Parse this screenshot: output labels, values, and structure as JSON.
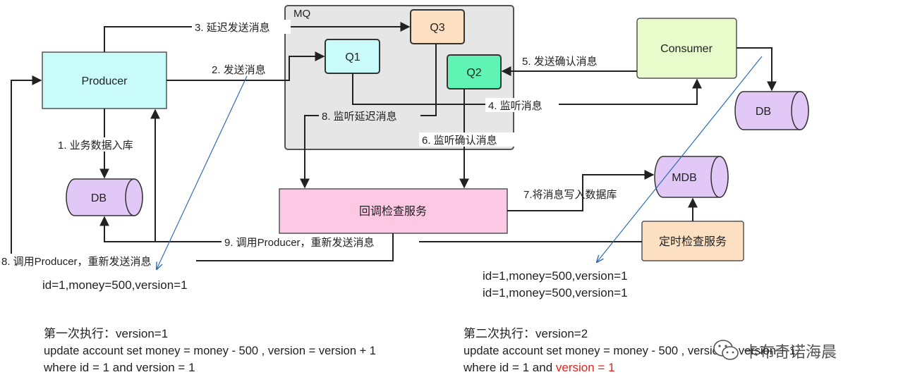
{
  "diagram": {
    "mq_title": "MQ",
    "nodes": {
      "producer": "Producer",
      "consumer": "Consumer",
      "q1": "Q1",
      "q2": "Q2",
      "q3": "Q3",
      "db_left": "DB",
      "db_right": "DB",
      "mdb": "MDB",
      "callback_service": "回调检查服务",
      "timer_service": "定时检查服务"
    },
    "edges": {
      "e1": "1. 业务数据入库",
      "e2": "2. 发送消息",
      "e3": "3. 延迟发送消息",
      "e4": "4. 监听消息",
      "e5": "5. 发送确认消息",
      "e6": "6. 监听确认消息",
      "e7": "7.将消息写入数据库",
      "e8a": "8. 监听延迟消息",
      "e8b": "8. 调用Producer，重新发送消息",
      "e9": "9. 调用Producer，重新发送消息"
    },
    "colors": {
      "producer": "#c9fbfb",
      "consumer": "#e8fccb",
      "q1": "#c9fbfb",
      "q2": "#5ff3b4",
      "q3": "#fde0c2",
      "db": "#e1c8f7",
      "callback": "#fdc8e4",
      "timer": "#fde0c2",
      "mq_bg": "#e6e6e6",
      "highlight": "#e8221a"
    }
  },
  "notes": {
    "left_record": "id=1,money=500,version=1",
    "right_record_1": "id=1,money=500,version=1",
    "right_record_2": "id=1,money=500,version=1",
    "first_exec_title": "第一次执行：version=1",
    "first_exec_sql_1": "update account set money = money - 500 , version = version + 1",
    "first_exec_sql_2": "where id = 1 and version = 1",
    "second_exec_title": "第二次执行：version=2",
    "second_exec_sql_1": "update account set money = money - 500 , version = version + 1",
    "second_exec_sql_2_prefix": "where id = 1 and ",
    "second_exec_sql_2_highlight": "version = 1"
  },
  "watermark": {
    "text": "卡布奇诺海晨",
    "icon": "wechat-icon"
  }
}
